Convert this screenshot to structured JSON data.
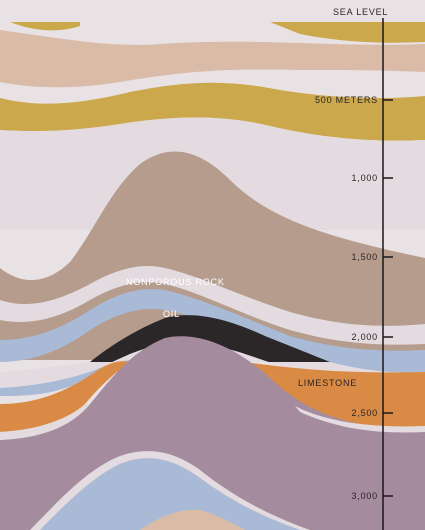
{
  "scale": {
    "labels": [
      {
        "id": "sea",
        "text": "SEA LEVEL"
      },
      {
        "id": "m500",
        "text": "500 METERS"
      },
      {
        "id": "m1000",
        "text": "1,000"
      },
      {
        "id": "m1500",
        "text": "1,500"
      },
      {
        "id": "m2000",
        "text": "2,000"
      },
      {
        "id": "m2500",
        "text": "2,500"
      },
      {
        "id": "m3000",
        "text": "3,000"
      }
    ]
  },
  "layers": {
    "nonporous_label": "NONPOROUS ROCK",
    "oil_label": "OIL",
    "limestone_label": "LIMESTONE"
  },
  "colors": {
    "background": "#e8e2e4",
    "pale_band": "#e3dbdf",
    "tan": "#d9bba7",
    "mustard": "#cba84b",
    "brown": "#b59c8c",
    "blue": "#a8bad6",
    "oil": "#2b2729",
    "orange": "#d98b45",
    "purple": "#a48c9e",
    "scale_line": "#1a1618"
  }
}
